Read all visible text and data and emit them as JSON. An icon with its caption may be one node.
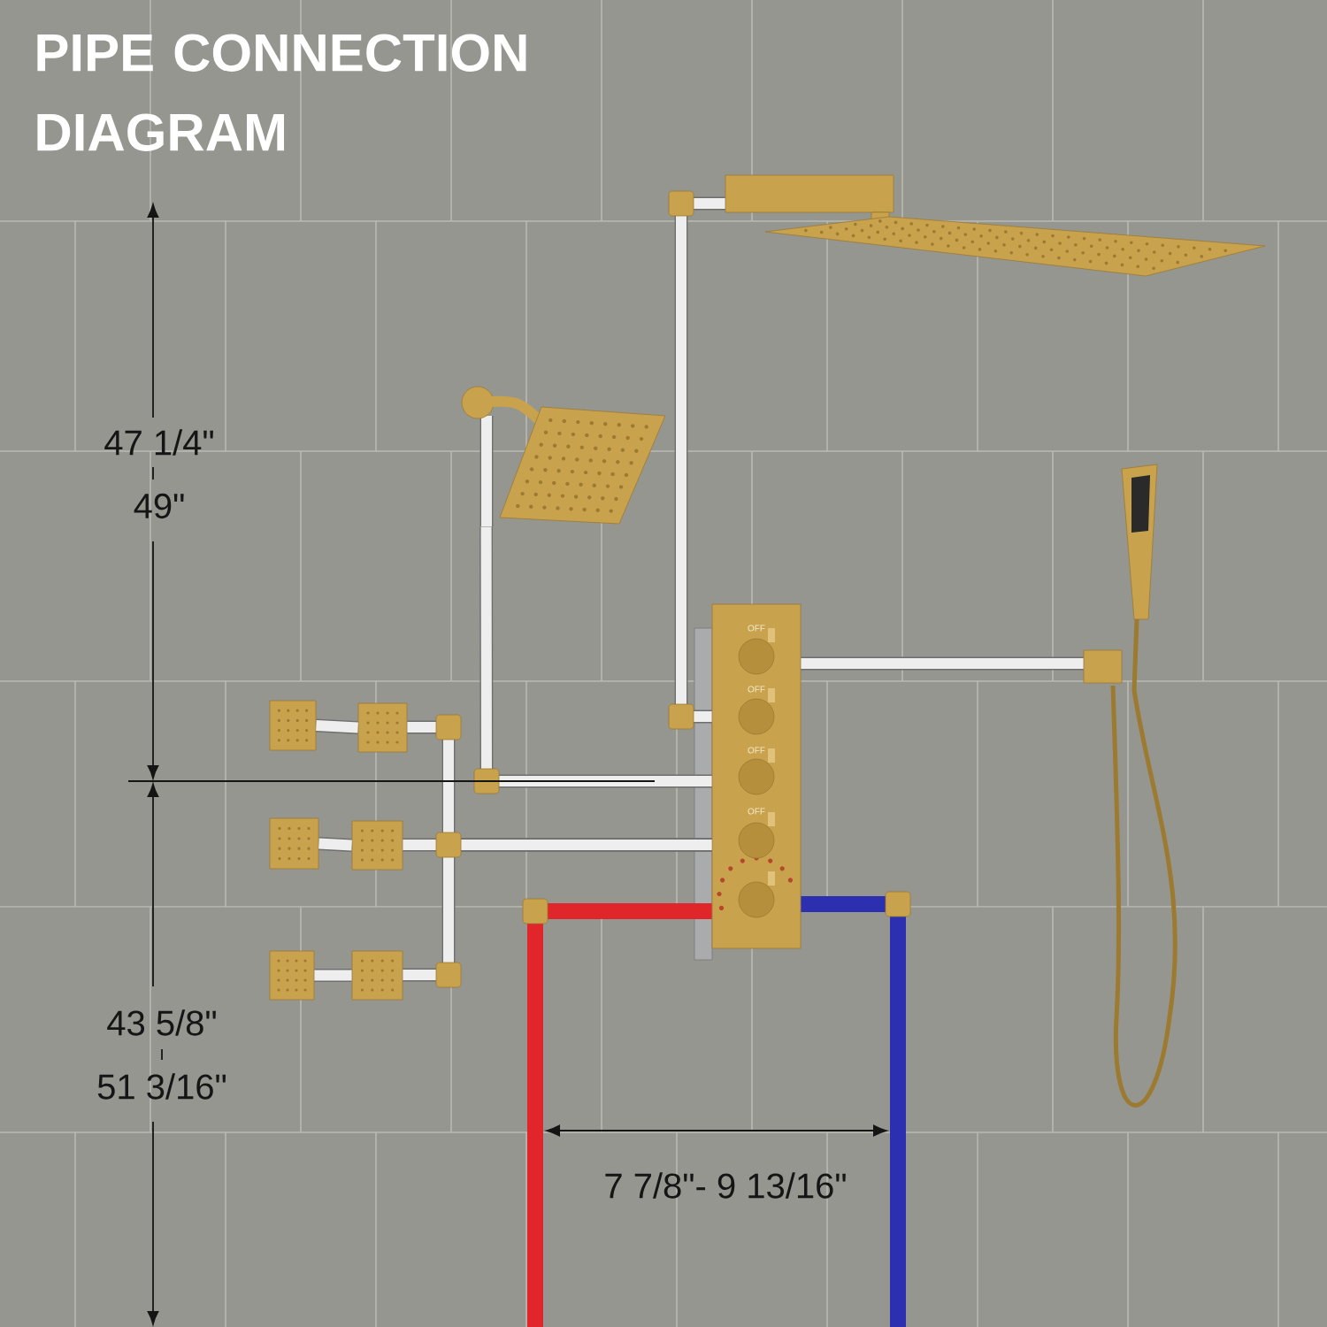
{
  "diagram": {
    "title": "PIPE CONNECTION DIAGRAM",
    "nodes": [
      {
        "text": [
          "OFF",
          "OFF",
          "OFF",
          "OFF"
        ]
      },
      {
        "text": [],
        "shape": "picture"
      },
      {
        "text": [],
        "shape": "picture"
      },
      {
        "text": [],
        "shape": "picture"
      },
      {
        "text": [],
        "shape": "box"
      },
      {
        "text": [],
        "shape": "box"
      },
      {
        "text": [],
        "shape": "box"
      },
      {
        "text": [],
        "shape": "box"
      },
      {
        "text": [],
        "shape": "box"
      },
      {
        "text": [],
        "shape": "box"
      }
    ],
    "edges": [
      {
        "from": 0,
        "to": 1,
        "arrow": "none"
      },
      {
        "from": 0,
        "to": 2,
        "arrow": "none"
      },
      {
        "from": 0,
        "to": 3,
        "arrow": "none"
      },
      {
        "from": 0,
        "to": 5,
        "arrow": "none"
      },
      {
        "from": 5,
        "to": 4,
        "arrow": "none"
      },
      {
        "from": 0,
        "to": 7,
        "arrow": "none"
      },
      {
        "from": 7,
        "to": 6,
        "arrow": "none"
      },
      {
        "from": 0,
        "to": 9,
        "arrow": "none"
      },
      {
        "from": 9,
        "to": 8,
        "arrow": "none"
      },
      {
        "from": null,
        "to": 0,
        "arrow": "none",
        "color": "#e0262b"
      },
      {
        "from": null,
        "to": 0,
        "arrow": "none",
        "color": "#2b2fb0"
      }
    ],
    "labels": [
      "47 1/4\"",
      "49\"",
      "43 5/8\"",
      "51 3/16\"",
      "7 7/8\"- 9 13/16\""
    ]
  }
}
